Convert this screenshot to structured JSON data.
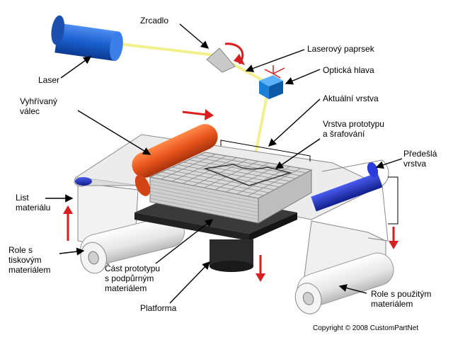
{
  "labels": {
    "laser": "Laser",
    "mirror": "Zrcadlo",
    "laser_beam": "Laserový paprsek",
    "optical_head": "Optická hlava",
    "current_layer": "Aktuální vrstva",
    "heated_roller": "Vyhřívaný\nválec",
    "prototype_layer": "Vrstva prototypu\na šrafování",
    "previous_layer": "Předešlá\nvrstva",
    "material_sheet": "List\nmateriálu",
    "print_roll": "Role s\ntiskovým\nmateriálem",
    "prototype_part": "Část prototypu\ns podpůrným\nmateriálem",
    "platform": "Platforma",
    "used_roll": "Role s použitým\nmateriálem"
  },
  "copyright": "Copyright © 2008 CustomPartNet",
  "colors": {
    "laser_body": "#1a5fcf",
    "laser_beam": "#f2f08c",
    "optical_head": "#1a7fd6",
    "heated_roller": "#e8541c",
    "arrow": "#d81e1e",
    "sheet": "#e8e8e8",
    "platform": "#2b2b2b",
    "blue_roller": "#1b2fb8"
  }
}
